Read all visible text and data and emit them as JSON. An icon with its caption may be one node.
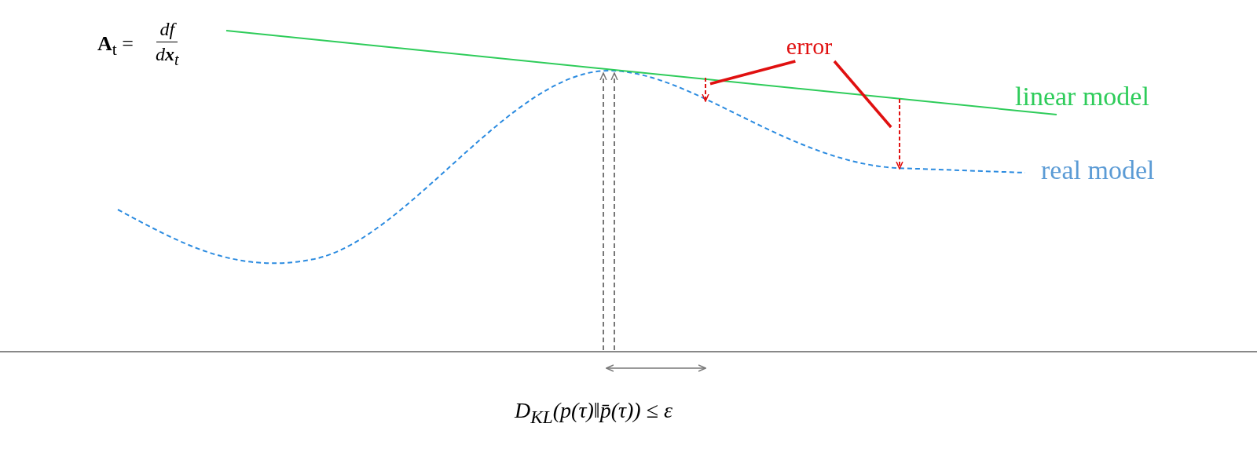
{
  "diagram": {
    "nodes": [
      {
        "text": [
          "error"
        ]
      },
      {
        "text": [],
        "shape": "arrow"
      },
      {
        "text": [],
        "shape": "arrow"
      }
    ],
    "edges": [
      {
        "from": 0,
        "to": 1,
        "arrow": "none",
        "color": "#e01010"
      },
      {
        "from": 0,
        "to": 2,
        "arrow": "none",
        "color": "#e01010"
      }
    ],
    "labels": [
      "**A**$_{t}$ =",
      "df",
      "d**x**$_{t}$",
      "linear model",
      "real model",
      "D$_{KL}$(p(τ)‖p̄(τ)) ≤ ε"
    ]
  }
}
